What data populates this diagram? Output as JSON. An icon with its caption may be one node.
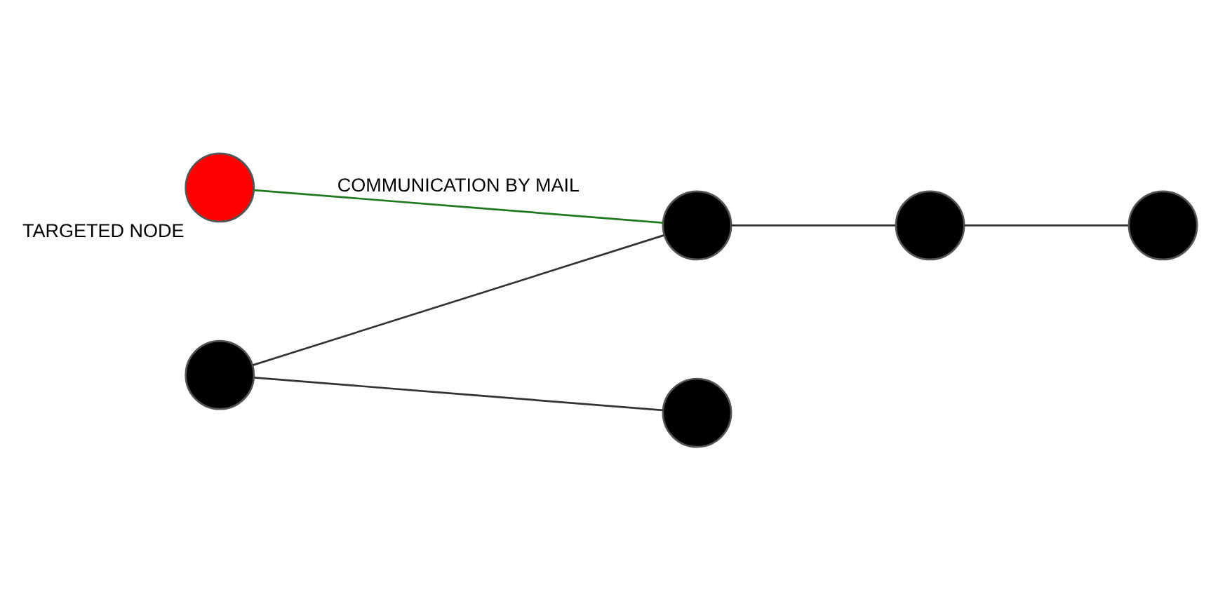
{
  "diagram": {
    "nodes": [
      {
        "text": [],
        "shape": "circle",
        "beside": [
          "TARGETED NODE"
        ]
      },
      {
        "text": [],
        "shape": "circle"
      },
      {
        "text": [],
        "shape": "circle"
      },
      {
        "text": [],
        "shape": "circle"
      },
      {
        "text": [],
        "shape": "circle"
      },
      {
        "text": [],
        "shape": "circle"
      }
    ],
    "edges": [
      {
        "from": 0,
        "to": 3,
        "arrow": "none",
        "label": "COMMUNICATION BY MAIL",
        "color": "#1f7a1f"
      },
      {
        "from": 1,
        "to": 2,
        "arrow": "none"
      },
      {
        "from": 1,
        "to": 3,
        "arrow": "none"
      },
      {
        "from": 3,
        "to": 4,
        "arrow": "none"
      },
      {
        "from": 4,
        "to": 5,
        "arrow": "none"
      }
    ]
  }
}
